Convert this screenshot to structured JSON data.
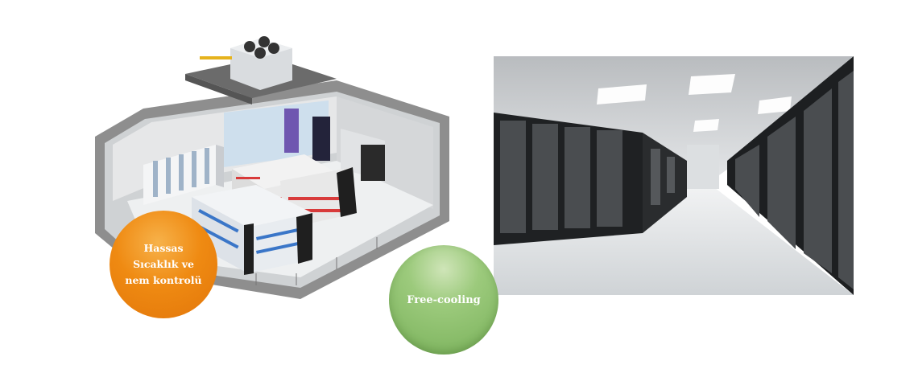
{
  "callouts": {
    "orange": [
      "Hassas",
      "Sıcaklık ve",
      "nem kontrolü"
    ],
    "green": "Free-cooling"
  },
  "colors": {
    "orange": "#ef8a12",
    "green": "#8cc06c",
    "rack_dark": "#1c1c1c",
    "floor": "#e9ecee"
  },
  "images": {
    "left": "data-center-cutaway-illustration",
    "right": "server-room-aisle-photo"
  }
}
